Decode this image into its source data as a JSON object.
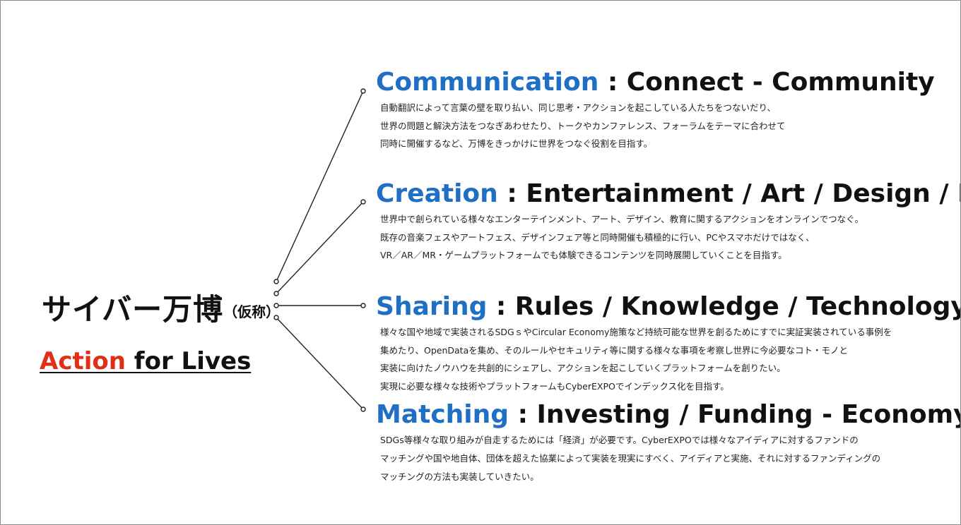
{
  "main": {
    "title": "サイバー万博",
    "title_note": "（仮称）",
    "slogan_accent": "Action",
    "slogan_rest": " for Lives"
  },
  "sections": [
    {
      "keyword": "Communication",
      "subtitle": " : Connect  - Community",
      "lines": [
        "自動翻訳によって言葉の壁を取り払い、同じ思考・アクションを起こしている人たちをつないだり、",
        "世界の問題と解決方法をつなぎあわせたり、トークやカンファレンス、フォーラムをテーマに合わせて",
        "同時に開催するなど、万博をきっかけに世界をつなぐ役割を目指す。"
      ]
    },
    {
      "keyword": "Creation",
      "subtitle": " : Entertainment / Art / Design / Education",
      "lines": [
        "世界中で創られている様々なエンターテインメント、アート、デザイン、教育に関するアクションをオンラインでつなぐ。",
        "既存の音楽フェスやアートフェス、デザインフェア等と同時開催も積極的に行い、PCやスマホだけではなく、",
        "VR／AR／MR・ゲームプラットフォームでも体験できるコンテンツを同時展開していくことを目指す。"
      ]
    },
    {
      "keyword": "Sharing",
      "subtitle": " : Rules / Knowledge / Technology",
      "lines": [
        "様々な国や地域で実装されるSDGｓやCircular Economy施策など持続可能な世界を創るためにすでに実証実装されている事例を",
        "集めたり、OpenDataを集め、そのルールやセキュリティ等に関する様々な事項を考察し世界に今必要なコト・モノと",
        "実装に向けたノウハウを共創的にシェアし、アクションを起こしていくプラットフォームを創りたい。",
        "実現に必要な様々な技術やプラットフォームもCyberEXPOでインデックス化を目指す。"
      ]
    },
    {
      "keyword": "Matching",
      "subtitle": " : Investing / Funding - Economy",
      "lines": [
        "SDGs等様々な取り組みが自走するためには「経済」が必要です。CyberEXPOでは様々なアイディアに対するファンドの",
        "マッチングや国や地自体、団体を超えた協業によって実装を現実にすべく、アイディアと実施、それに対するファンディングの",
        "マッチングの方法も実装していきたい。"
      ]
    }
  ]
}
